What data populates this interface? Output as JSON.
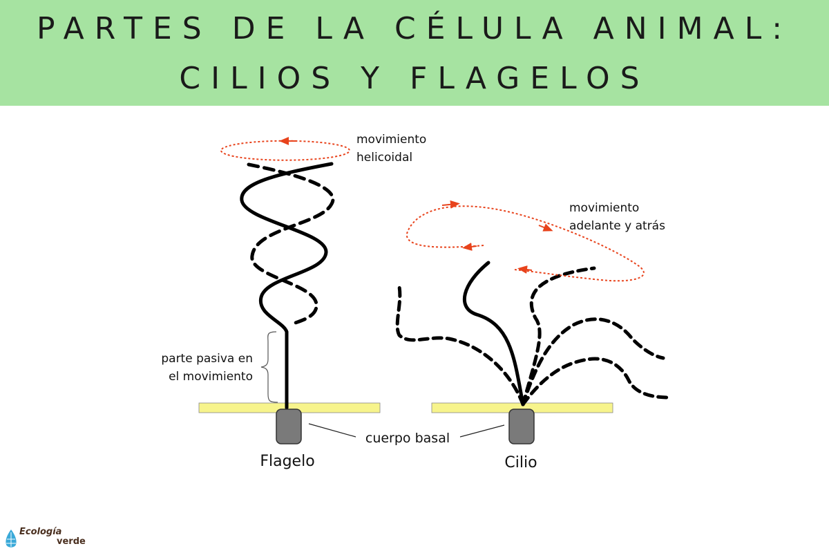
{
  "title": {
    "line1": "PARTES DE LA CÉLULA ANIMAL:",
    "line2": "CILIOS Y FLAGELOS"
  },
  "labels": {
    "helical_movement": [
      "movimiento",
      "helicoidal"
    ],
    "back_forth_movement": [
      "movimiento",
      "adelante y atrás"
    ],
    "passive_part": [
      "parte pasiva en",
      "el movimiento"
    ],
    "basal_body": "cuerpo basal",
    "flagellum": "Flagelo",
    "cilium": "Cilio"
  },
  "logo": {
    "line1": "Ecología",
    "line2": "verde"
  },
  "colors": {
    "banner": "#a6e3a1",
    "movement_arrow": "#e8431c",
    "membrane": "#f7f48c",
    "cytoplasm": "#d9958a",
    "basal_body": "#7a7a7a"
  }
}
